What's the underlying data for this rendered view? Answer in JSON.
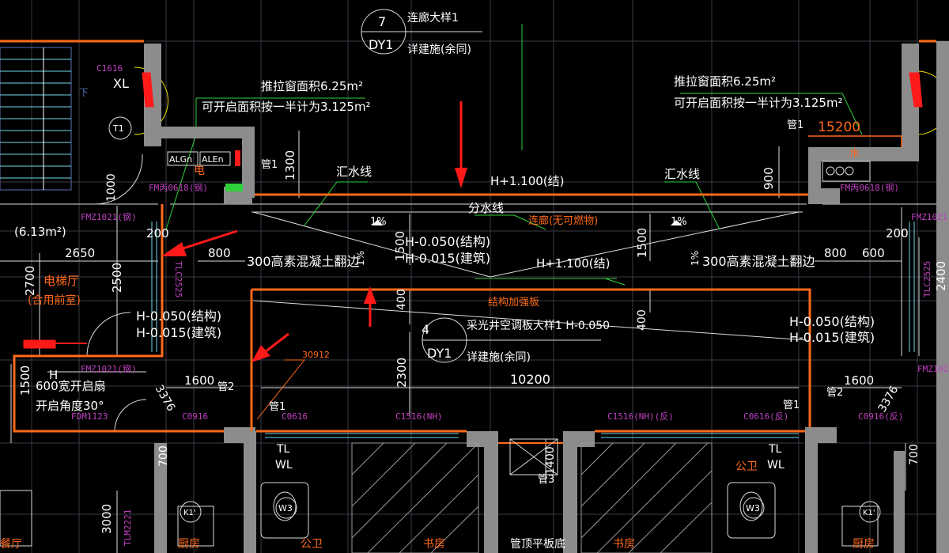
{
  "colors": {
    "background": "#000000",
    "wall": "#8c8c8c",
    "orange": "#ff6a1a",
    "white": "#ffffff",
    "green": "#2fd13a",
    "magenta": "#c040c0",
    "red": "#ff1a1a",
    "cyan": "#6fd8e8",
    "grid": "#3a3a46"
  },
  "callouts": {
    "top": {
      "num": "7",
      "ref": "DY1",
      "title": "连廊大样1",
      "note": "详建施(余同)"
    },
    "center": {
      "num": "4",
      "ref": "DY1",
      "title": "采光井空调板大样1  H-0.050",
      "note": "详建施(余同)"
    }
  },
  "window_notes": {
    "left": {
      "line1": "推拉窗面积6.25m²",
      "line2": "可开启面积按一半计为3.125m²"
    },
    "right": {
      "line1": "推拉窗面积6.25m²",
      "line2": "可开启面积按一半计为3.125m²"
    }
  },
  "labels": {
    "elev_corridor_struct": "H+1.100(结)",
    "elev_corridor_struct_2": "H+1.100(结)",
    "watershed": "分水线",
    "drain_left": "汇水线",
    "drain_right": "汇水线",
    "corridor": "连廊(无可燃物)",
    "slope": "1%",
    "elev_mid_struct": "H-0.050(结构)",
    "elev_mid_arch": "H-0.015(建筑)",
    "curb_left": "300高素混凝土翻边",
    "curb_right": "300高素混凝土翻边",
    "reinforced_slab": "结构加强板",
    "elev_left_struct": "H-0.050(结构)",
    "elev_left_arch": "H-0.015(建筑)",
    "elev_right_struct": "H-0.050(结构)",
    "elev_right_arch": "H-0.015(建筑)",
    "elevator_hall": "电梯厅",
    "elevator_hall_sub": "(合用前室)",
    "area": "(6.13m²)",
    "door_note_1": "600宽开启扇",
    "door_note_2": "开启角度30°",
    "h_mark": "H",
    "pipe": "管1",
    "pipe2": "管2",
    "pipe3": "管3",
    "xl": "XL",
    "t1": "T1",
    "tl": "TL",
    "wl": "WL",
    "w3": "W3",
    "k1": "K1'",
    "panel_1": "ALGn",
    "panel_2": "ALEn",
    "elec": "电",
    "water": "水",
    "down": "下",
    "kitchen": "厨房",
    "public_wc": "公卫",
    "public_wc_2": "公卫",
    "study": "书房",
    "study_2": "书房",
    "shaft": "管顶平板底",
    "dining": "餐厅",
    "leader_code": "30912"
  },
  "door_window_tags": {
    "c1616": "C1616",
    "fm_left": "FM丙0618(钢)",
    "fm_right": "FM丙0618(钢)",
    "fmz1021": "FMZ1021(钢)",
    "fmz1021_2": "FMZ1021(钢)",
    "fmz1021_r": "FMZ1021",
    "fmz_r2": "FMZ1021",
    "fdm1123": "FDM1123",
    "c0916": "C0916",
    "c0616": "C0616",
    "c1516": "C1516(NH)",
    "c1516_r": "C1516(NH)(反)",
    "c0616_r": "C0616(反)",
    "c0916_r": "C0916(反)",
    "tlc2525": "TLC2525",
    "tlc2525_r": "TLC2525",
    "tlm": "TLM2221"
  },
  "dimensions": {
    "d1300": "1300",
    "d900": "900",
    "d1500": "1500",
    "d1500_r": "1500",
    "d200": "200",
    "d200_r": "200",
    "d2650": "2650",
    "d800": "800",
    "d800_r": "800",
    "d600": "600",
    "d2700": "2700",
    "d2400": "2400",
    "d2500": "2500",
    "d400": "400",
    "d400_r": "400",
    "d2300": "2300",
    "d10200": "10200",
    "d1600": "1600",
    "d1600_r": "1600",
    "d1500_l": "1500",
    "d3376": "3376",
    "d3376_r": "3376",
    "d700": "700",
    "d700_r": "700",
    "d1400": "1400",
    "d3000": "3000",
    "d1000": "1000",
    "d15200": "15200"
  }
}
